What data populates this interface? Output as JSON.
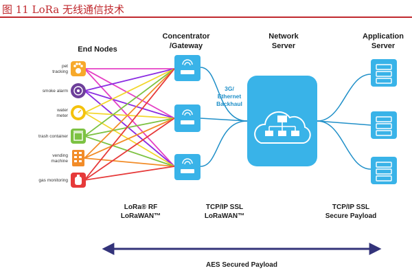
{
  "figure": {
    "title": "图 11  LoRa 无线通信技术"
  },
  "columns": {
    "end_nodes": "End Nodes",
    "concentrator": [
      "Concentrator",
      "/Gateway"
    ],
    "network_server": [
      "Network",
      "Server"
    ],
    "application_server": [
      "Application",
      "Server"
    ]
  },
  "devices": [
    {
      "label": [
        "pet",
        "tracking"
      ],
      "icon": "paw-icon",
      "color": "#f7a92b"
    },
    {
      "label": [
        "smoke alarm"
      ],
      "icon": "smoke-alarm-icon",
      "color": "#6d3f9a"
    },
    {
      "label": [
        "water",
        "meter"
      ],
      "icon": "water-meter-icon",
      "color": "#f4c20d"
    },
    {
      "label": [
        "trash container"
      ],
      "icon": "trash-can-icon",
      "color": "#7cc242"
    },
    {
      "label": [
        "vending",
        "machine"
      ],
      "icon": "vending-machine-icon",
      "color": "#f28c28"
    },
    {
      "label": [
        "gas monitoring"
      ],
      "icon": "gas-tank-icon",
      "color": "#e63a3a"
    }
  ],
  "link_colors": [
    "#e43fc4",
    "#8a2be2",
    "#f2d62c",
    "#7cc242",
    "#f28c28",
    "#e63a3a"
  ],
  "backhaul": [
    "3G/",
    "Ethernet",
    "Backhaul"
  ],
  "protocols": {
    "rf": [
      "LoRa® RF",
      "LoRaWAN™"
    ],
    "tcp_lorawan": [
      "TCP/IP SSL",
      "LoRaWAN™"
    ],
    "tcp_secure": [
      "TCP/IP SSL",
      "Secure Payload"
    ]
  },
  "payload_label": "AES Secured Payload",
  "colors": {
    "accent": "#1f8fc8",
    "tile": "#39b3e8",
    "title_red": "#c0282d",
    "arrow": "#33337a"
  }
}
